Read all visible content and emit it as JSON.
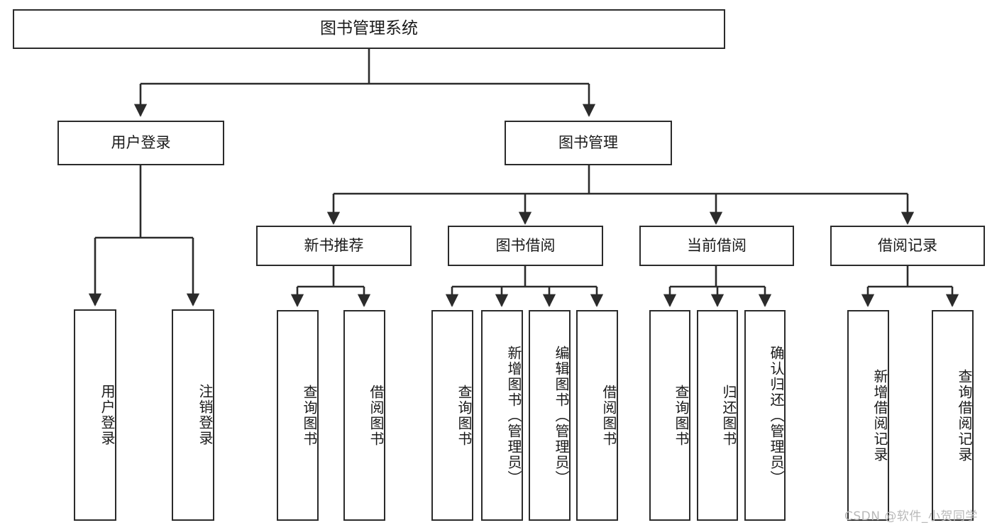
{
  "diagram": {
    "title": "图书管理系统",
    "type": "tree-hierarchy",
    "orientation": "top-down",
    "colors": {
      "box_border": "#2b2b2b",
      "box_fill": "#ffffff",
      "edge": "#2b2b2b",
      "background": "#ffffff",
      "watermark": "#b9b9b9"
    },
    "watermark": "CSDN @软件_小贺同学"
  },
  "nodes": {
    "root": {
      "label": "图书管理系统"
    },
    "level2": [
      {
        "label": "用户登录"
      },
      {
        "label": "图书管理"
      }
    ],
    "level3": [
      {
        "label": "新书推荐"
      },
      {
        "label": "图书借阅"
      },
      {
        "label": "当前借阅"
      },
      {
        "label": "借阅记录"
      }
    ],
    "leaves": {
      "user_login": [
        {
          "label": "用户登录"
        },
        {
          "label": "注销登录"
        }
      ],
      "new_book_recommend": [
        {
          "label": "查询图书"
        },
        {
          "label": "借阅图书"
        }
      ],
      "book_borrow": [
        {
          "label": "查询图书"
        },
        {
          "label": "新增图书（管理员）"
        },
        {
          "label": "编辑图书（管理员）"
        },
        {
          "label": "借阅图书"
        }
      ],
      "current_borrow": [
        {
          "label": "查询图书"
        },
        {
          "label": "归还图书"
        },
        {
          "label": "确认归还（管理员）"
        }
      ],
      "borrow_record": [
        {
          "label": "新增借阅记录"
        },
        {
          "label": "查询借阅记录"
        }
      ]
    }
  }
}
